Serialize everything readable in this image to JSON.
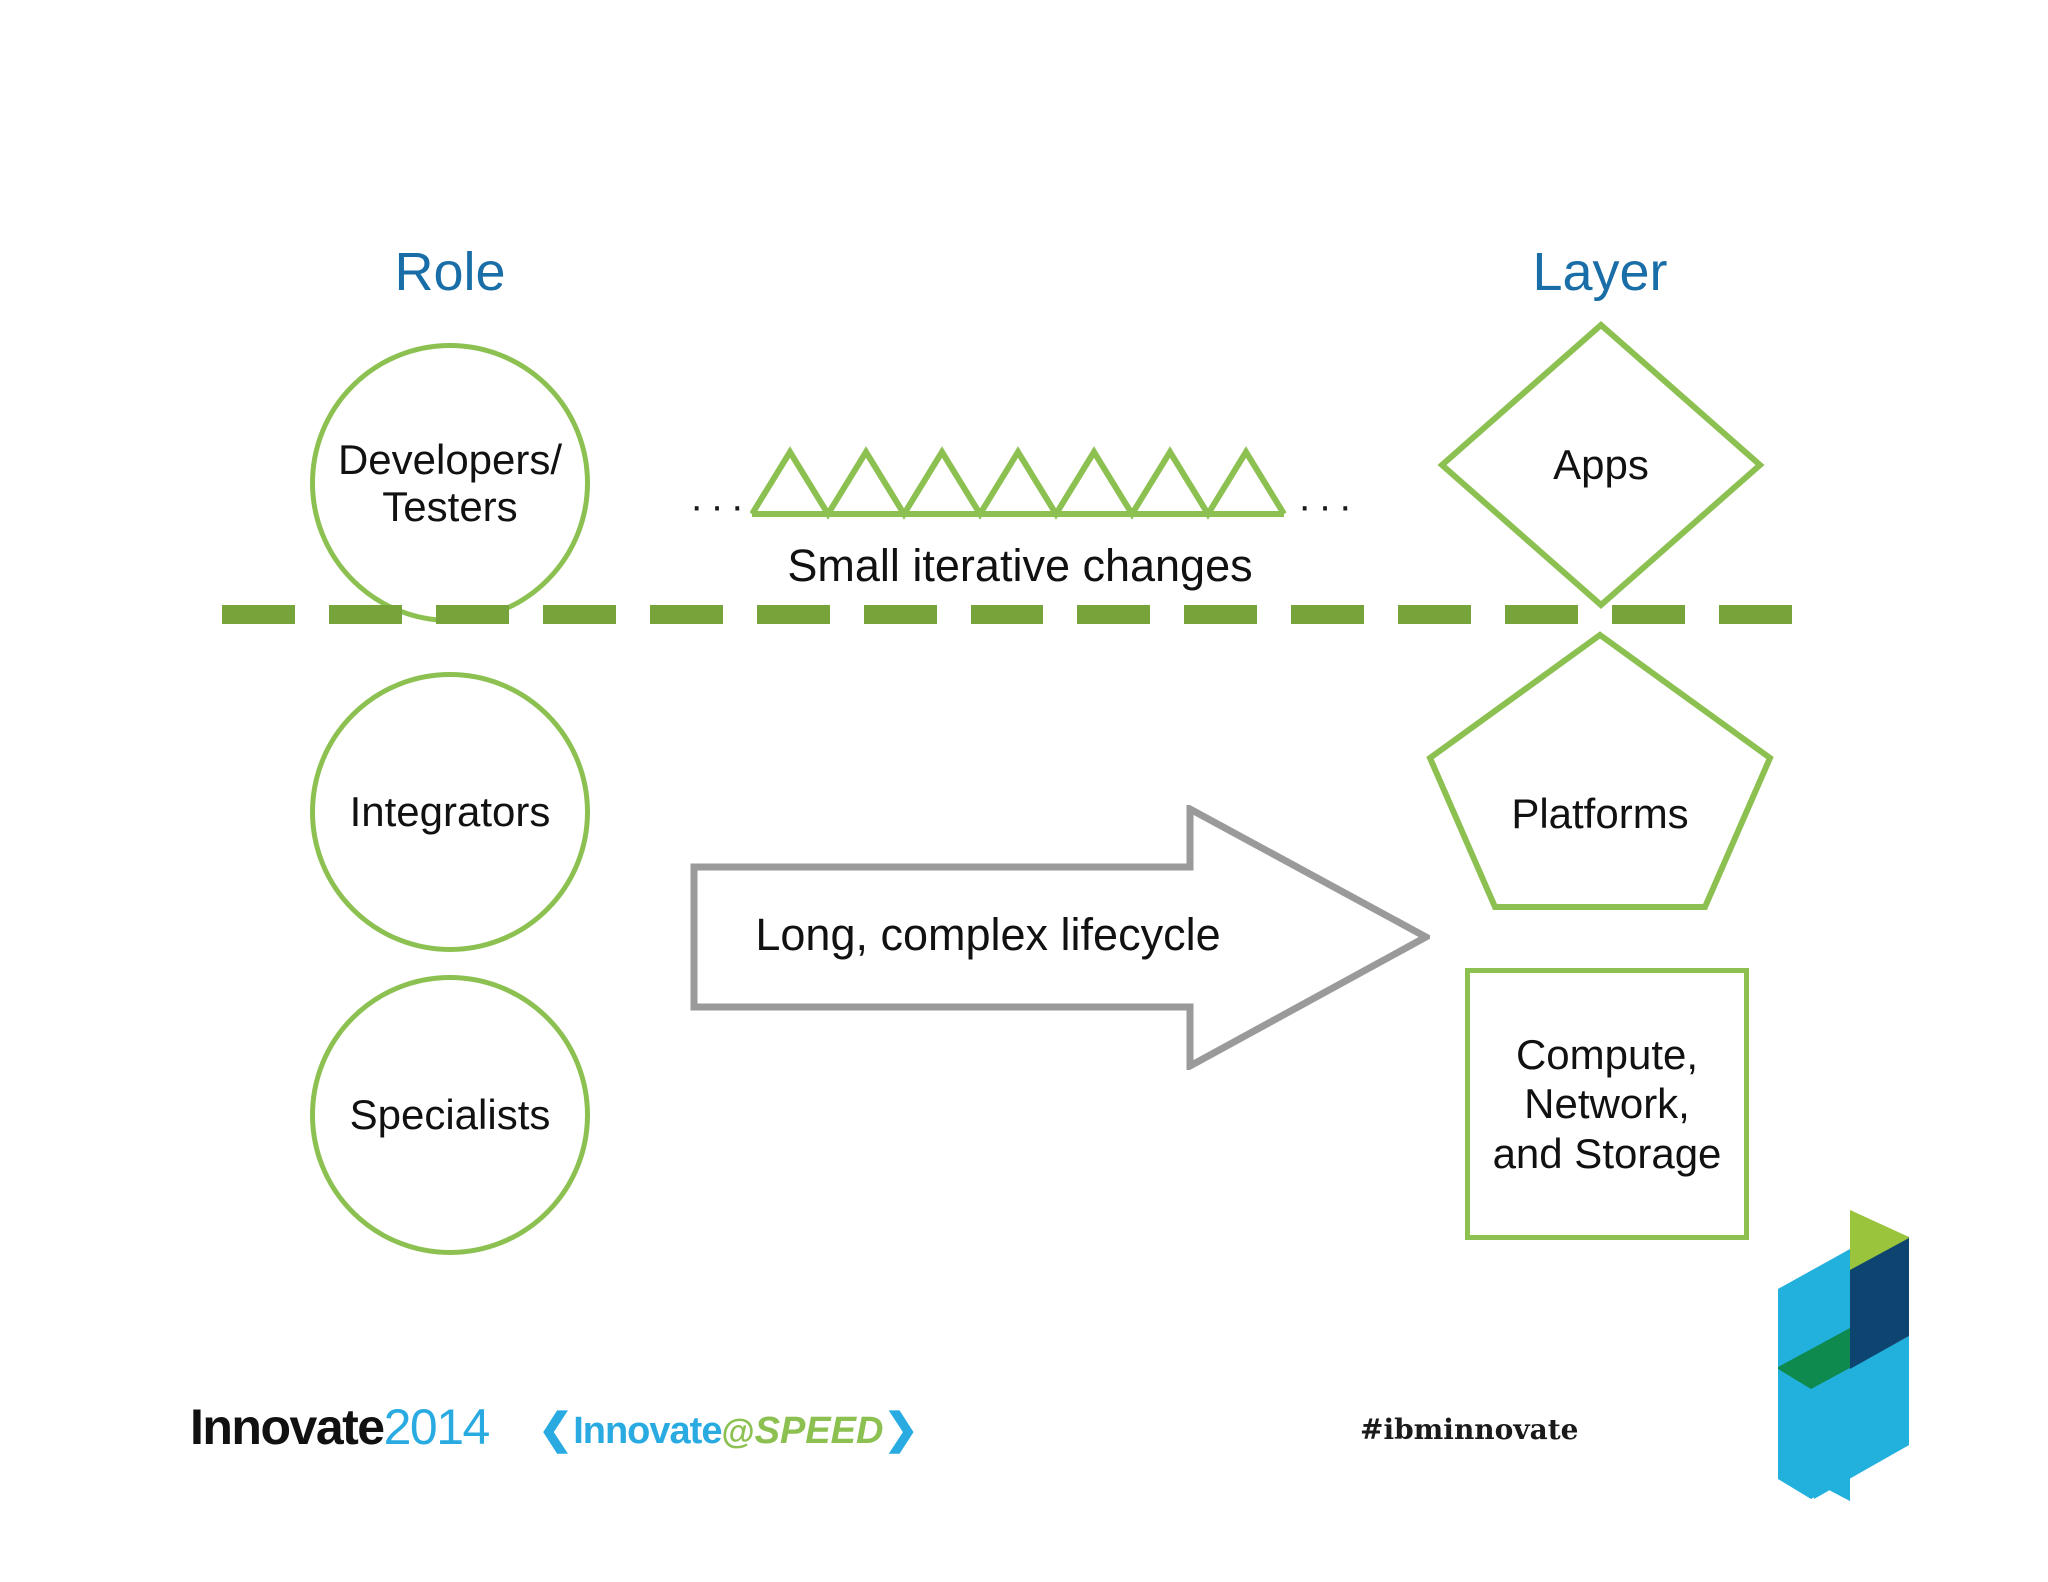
{
  "slide": {
    "background_color": "#ffffff",
    "accent_green": "#8cc152",
    "divider_green": "#76a33a",
    "heading_blue": "#1a6ea8",
    "arrow_gray": "#9a9a9a",
    "text_black": "#111111"
  },
  "columns": {
    "role_heading": "Role",
    "layer_heading": "Layer"
  },
  "roles": [
    {
      "label": "Developers/\nTesters"
    },
    {
      "label": "Integrators"
    },
    {
      "label": "Specialists"
    }
  ],
  "layers": [
    {
      "label": "Apps",
      "shape": "diamond"
    },
    {
      "label": "Platforms",
      "shape": "pentagon"
    },
    {
      "label": "Compute,\nNetwork,\nand Storage",
      "shape": "rectangle"
    }
  ],
  "middle": {
    "iterative_caption": "Small iterative changes",
    "ellipsis_left": "···",
    "ellipsis_right": "···",
    "triangle_count": 7,
    "lifecycle_label": "Long, complex lifecycle"
  },
  "divider": {
    "dash_count": 15,
    "style": "dashed"
  },
  "footer": {
    "innovate_word": "Innovate",
    "innovate_year": "2014",
    "speed_chevron_left": "❮",
    "speed_innovate": "Innovate",
    "speed_at": "@",
    "speed_word": "SPEED",
    "speed_chevron_right": "❯",
    "hashtag": "#ibminnovate"
  }
}
